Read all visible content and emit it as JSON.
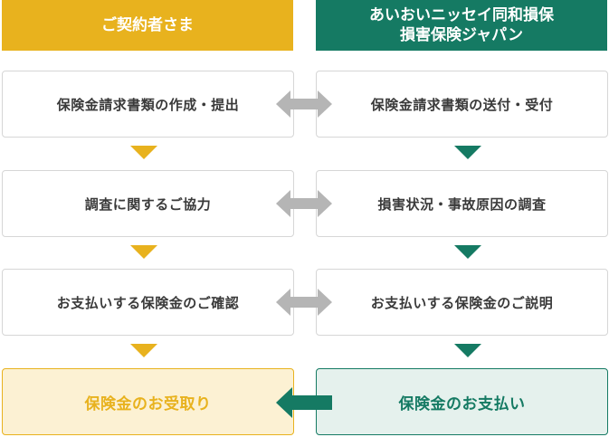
{
  "headers": {
    "left": "ご契約者さま",
    "right_line1": "あいおいニッセイ同和損保",
    "right_line2": "損害保険ジャパン"
  },
  "left_steps": [
    "保険金請求書類の作成・提出",
    "調査に関するご協力",
    "お支払いする保険金のご確認",
    "保険金のお受取り"
  ],
  "right_steps": [
    "保険金請求書類の送付・受付",
    "損害状況・事故原因の調査",
    "お支払いする保険金のご説明",
    "保険金のお支払い"
  ],
  "colors": {
    "yellow": "#e8b21e",
    "green": "#157a63",
    "gray_arrow": "#b5b5b5"
  }
}
